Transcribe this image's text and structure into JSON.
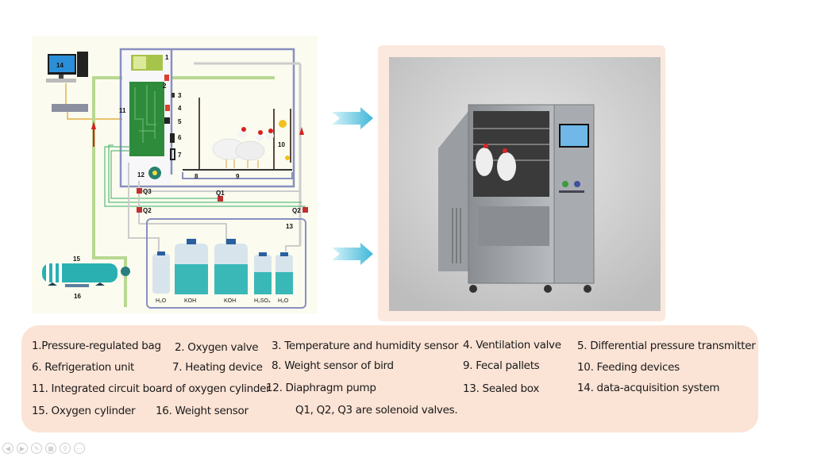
{
  "diagram": {
    "labels": {
      "n1": "1",
      "n2": "2",
      "n3": "3",
      "n4": "4",
      "n5": "5",
      "n6": "6",
      "n7": "7",
      "n8": "8",
      "n9": "9",
      "n10": "10",
      "n11": "11",
      "n12": "12",
      "n13": "13",
      "n14": "14",
      "n15": "15",
      "n16": "16",
      "q1": "Q1",
      "q2a": "Q2",
      "q2b": "Q2",
      "q3": "Q3"
    },
    "bottles": [
      "H₂O",
      "KOH",
      "KOH",
      "H₂SO₄",
      "H₂O"
    ]
  },
  "legend": {
    "items": [
      "1.Pressure-regulated bag",
      "2. Oxygen valve",
      "3. Temperature and humidity sensor",
      "4. Ventilation valve",
      "5. Differential pressure transmitter",
      "6. Refrigeration unit",
      "7. Heating device",
      "8. Weight sensor of bird",
      "9. Fecal pallets",
      "10. Feeding devices",
      "11. Integrated circuit board of oxygen cylinder",
      "12. Diaphragm pump",
      "13. Sealed box",
      "14. data-acquisition system",
      "15. Oxygen cylinder",
      "16. Weight sensor",
      "Q1, Q2, Q3 are solenoid valves."
    ]
  },
  "colors": {
    "legend_bg": "#fbe3d5",
    "arrow": "#3fb8d8",
    "frame": "#8a8fc0",
    "pcb": "#2e8b3c"
  },
  "nav": {
    "icons": [
      "previous-icon",
      "next-icon",
      "pen-icon",
      "slides-icon",
      "zoom-icon",
      "more-icon"
    ]
  }
}
